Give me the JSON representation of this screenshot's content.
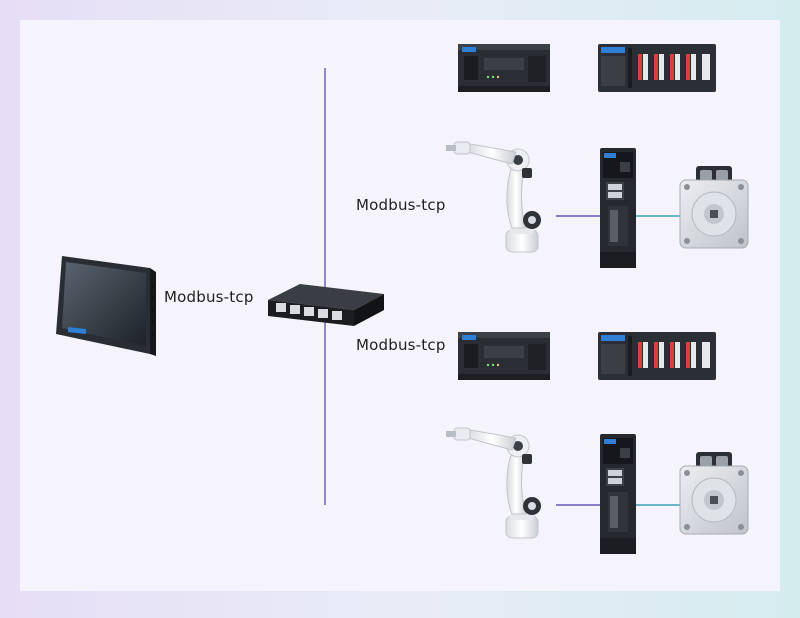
{
  "labels": {
    "hmi_link": "Modbus-tcp",
    "branch_upper": "Modbus-tcp",
    "branch_lower": "Modbus-tcp"
  },
  "devices": {
    "hmi": "hmi-touchscreen",
    "switch": "ethernet-switch",
    "plc": "plc-controller",
    "io": "remote-io-module",
    "robot": "industrial-robot-arm",
    "drive": "servo-drive",
    "motor": "servo-motor"
  },
  "colors": {
    "line_purple": "#6a55b8",
    "line_teal": "#3aa3b8",
    "panel": "#f5f4fc",
    "brand_blue": "#2f7fd6"
  }
}
